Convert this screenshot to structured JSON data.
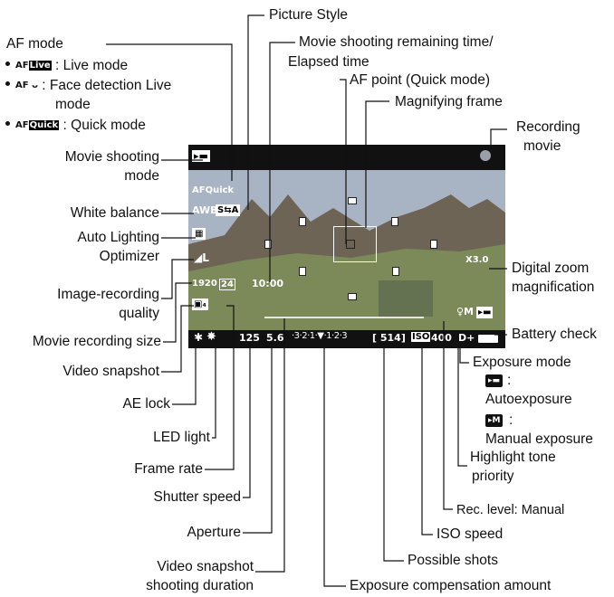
{
  "callouts": {
    "picture_style": "Picture Style",
    "af_mode": "AF mode",
    "movie_time_1": "Movie shooting remaining time/",
    "movie_time_2": "Elapsed time",
    "af_point": "AF point (Quick mode)",
    "magnifying_frame": "Magnifying frame",
    "recording_movie_1": "Recording",
    "recording_movie_2": "movie",
    "movie_shooting_mode_1": "Movie shooting",
    "movie_shooting_mode_2": "mode",
    "white_balance": "White balance",
    "alo_1": "Auto Lighting",
    "alo_2": "Optimizer",
    "digital_zoom_1": "Digital zoom",
    "digital_zoom_2": "magnification",
    "irq_1": "Image-recording",
    "irq_2": "quality",
    "movie_rec_size": "Movie recording size",
    "battery_check": "Battery check",
    "video_snapshot": "Video snapshot",
    "exposure_mode": "Exposure mode",
    "autoexposure": "Autoexposure",
    "manual_exposure": "Manual exposure",
    "ae_lock": "AE lock",
    "led_light": "LED light",
    "frame_rate": "Frame rate",
    "highlight_1": "Highlight tone",
    "highlight_2": "priority",
    "shutter_speed": "Shutter speed",
    "rec_level": "Rec. level: Manual",
    "aperture": "Aperture",
    "iso_speed": "ISO speed",
    "possible_shots": "Possible shots",
    "vs_duration_1": "Video snapshot",
    "vs_duration_2": "shooting duration",
    "exp_comp": "Exposure compensation amount"
  },
  "af_modes": [
    {
      "icon_prefix": "AF",
      "icon_box": "Live",
      "text": ": Live mode"
    },
    {
      "icon_prefix": "AF",
      "icon_box": "ᴗ",
      "text": ": Face detection Live"
    },
    {
      "icon_prefix": "AF",
      "icon_box": "Quick",
      "text": ": Quick mode"
    }
  ],
  "af_mode_cont": "mode",
  "screen": {
    "af_quick": "AFQuick",
    "wb": "AWB",
    "picture_style_icon": "S",
    "quality": "L",
    "movie_size": "1920",
    "frame_rate": "24",
    "time": "10:00",
    "shutter": "125",
    "aperture": "5.6",
    "scale": "·3·2·1·▼·1·2·3",
    "shots": "[ 514]",
    "iso_label": "ISO",
    "iso_value": "400",
    "highlight": "D+",
    "zoom": "X3.0"
  },
  "colors": {
    "screen_bg": "#8c98a8",
    "bar_bg": "#111111",
    "sky": "#a8b4c4",
    "mountain": "#6e6456",
    "grass": "#7c8a5a"
  }
}
